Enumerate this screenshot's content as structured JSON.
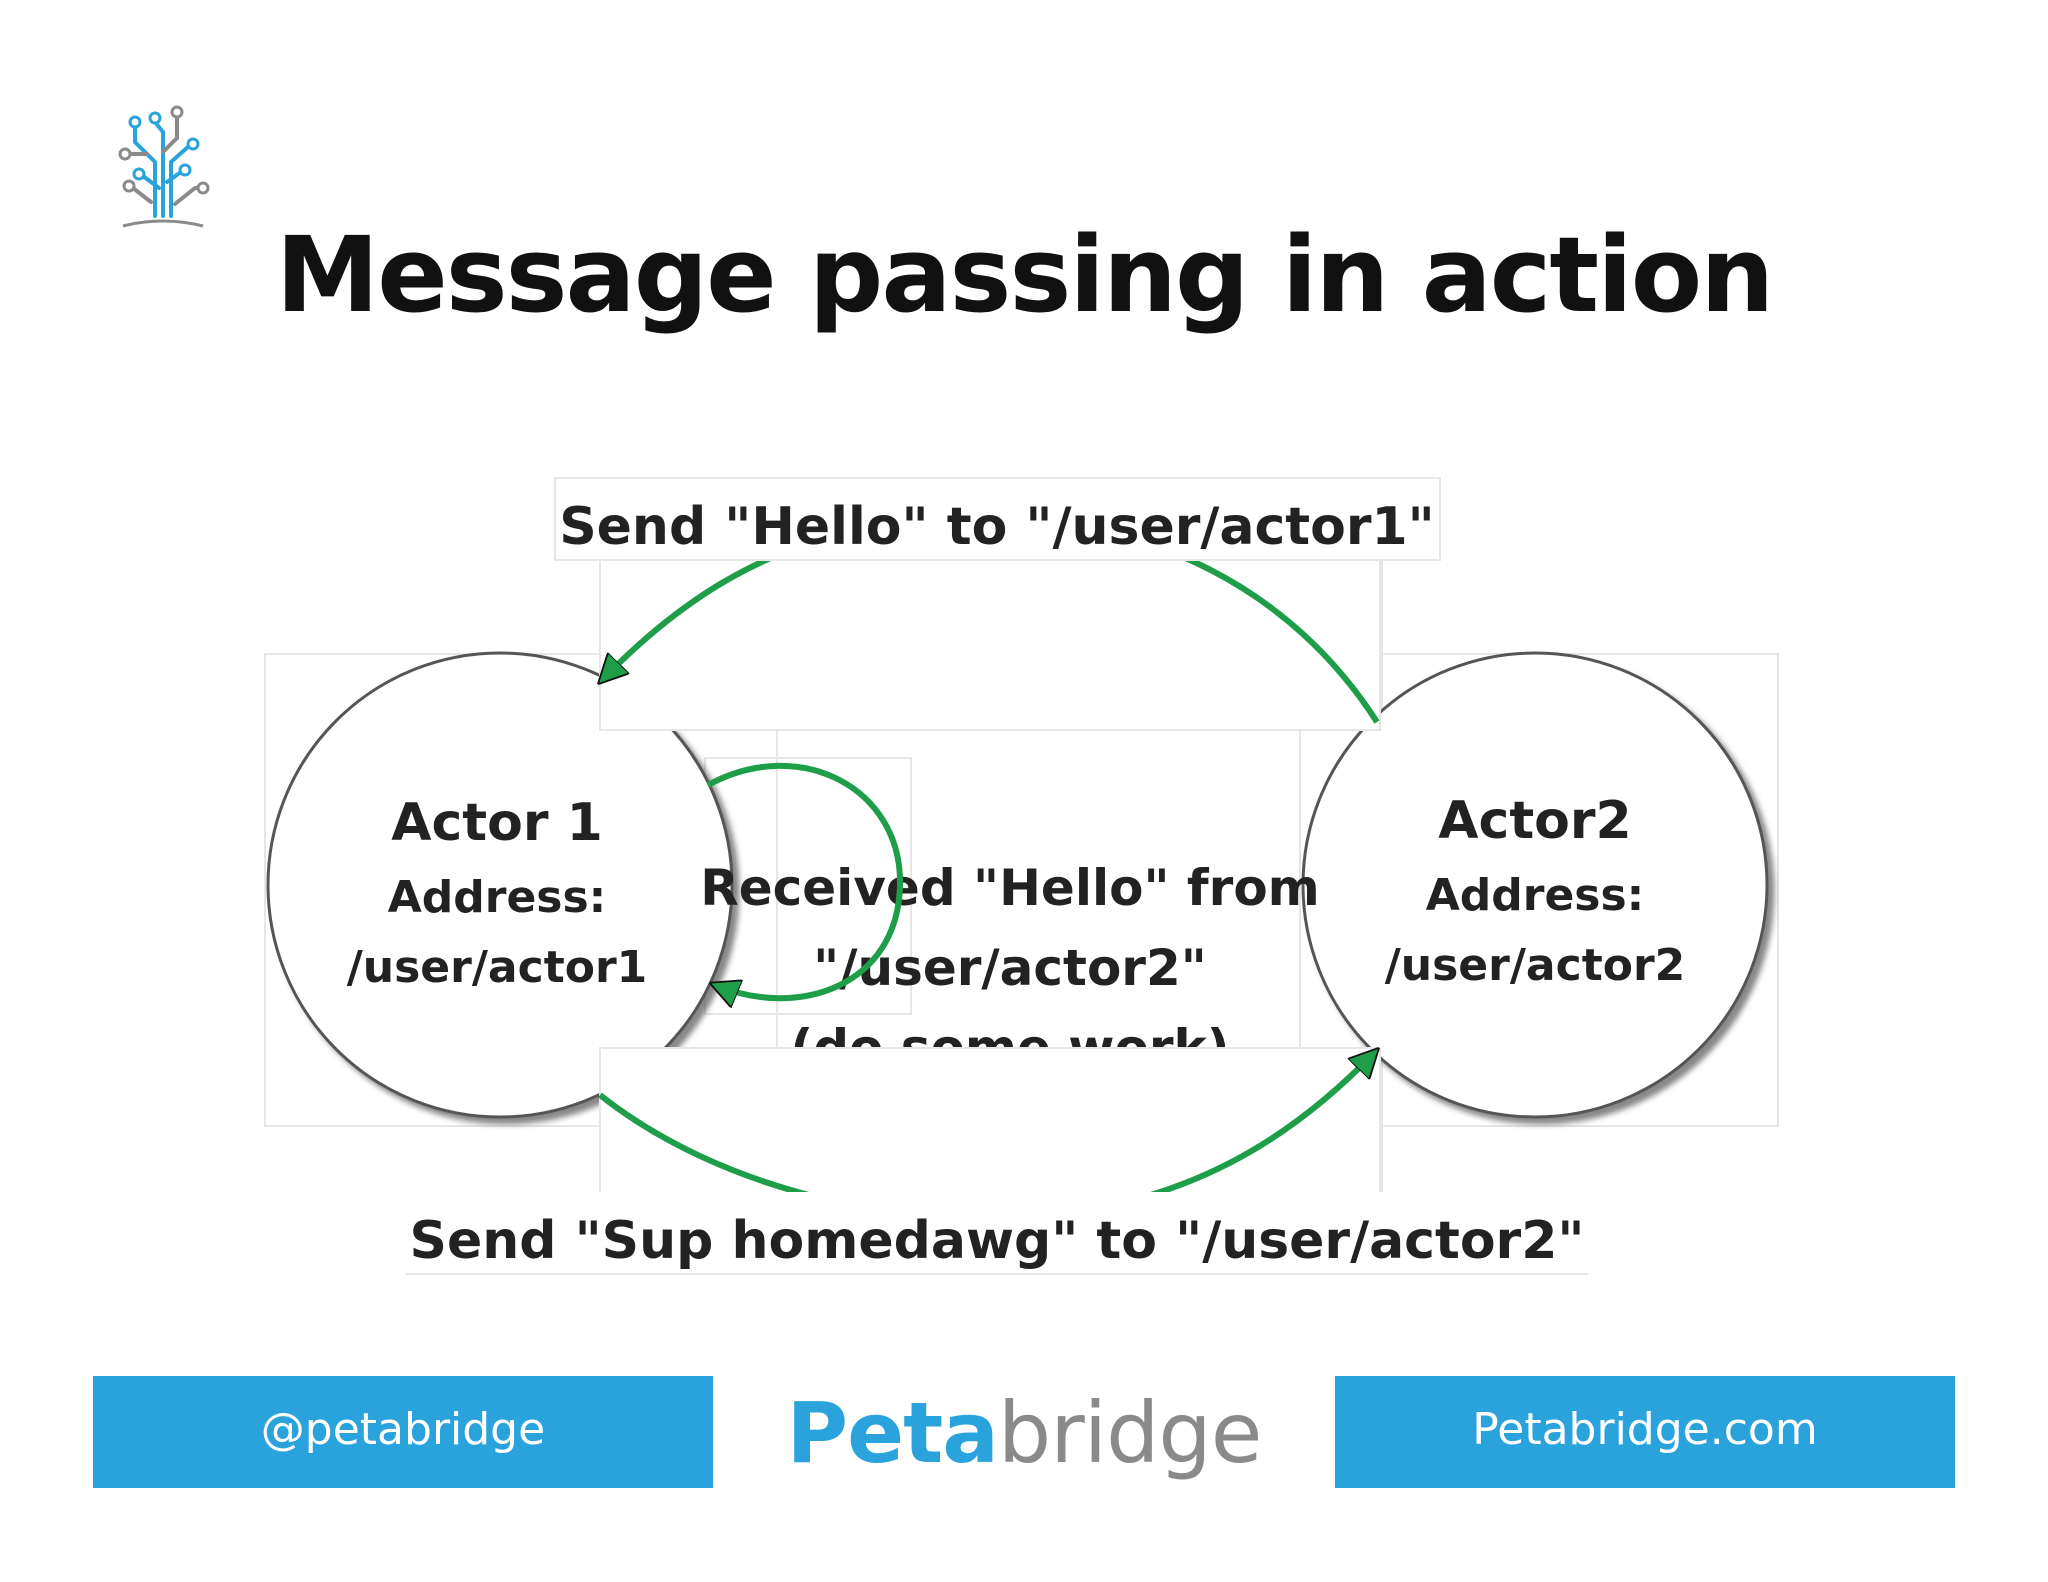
{
  "title": "Message passing in action",
  "colors": {
    "accent": "#2aa3dd",
    "arrow": "#1e9e49",
    "text": "#222222"
  },
  "diagram": {
    "top_message": "Send \"Hello\" to \"/user/actor1\"",
    "bottom_message": "Send \"Sup homedawg\" to \"/user/actor2\"",
    "actor1": {
      "name": "Actor 1",
      "address_label": "Address:",
      "address": "/user/actor1"
    },
    "actor2": {
      "name": "Actor2",
      "address_label": "Address:",
      "address": "/user/actor2"
    },
    "received": {
      "line1": "Received \"Hello\" from",
      "line2": "\"/user/actor2\"",
      "line3": "(do some work)"
    }
  },
  "footer": {
    "twitter": "@petabridge",
    "brand_strong": "Peta",
    "brand_light": "bridge",
    "website": "Petabridge.com"
  }
}
